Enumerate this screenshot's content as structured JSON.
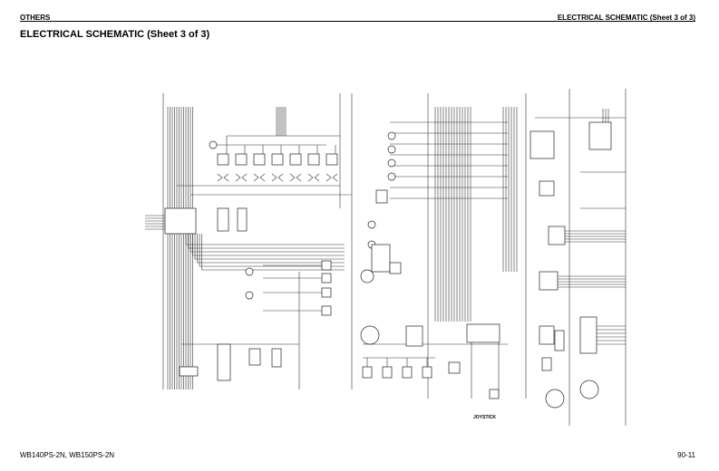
{
  "header": {
    "section": "OTHERS",
    "running_title": "ELECTRICAL SCHEMATIC (Sheet 3 of 3)"
  },
  "page_title": "ELECTRICAL SCHEMATIC (Sheet 3 of 3)",
  "schematic": {
    "labels": {
      "joystick": "JOYSTICK"
    }
  },
  "footer": {
    "models": "WB140PS-2N, WB150PS-2N",
    "page_number": "90-11"
  }
}
